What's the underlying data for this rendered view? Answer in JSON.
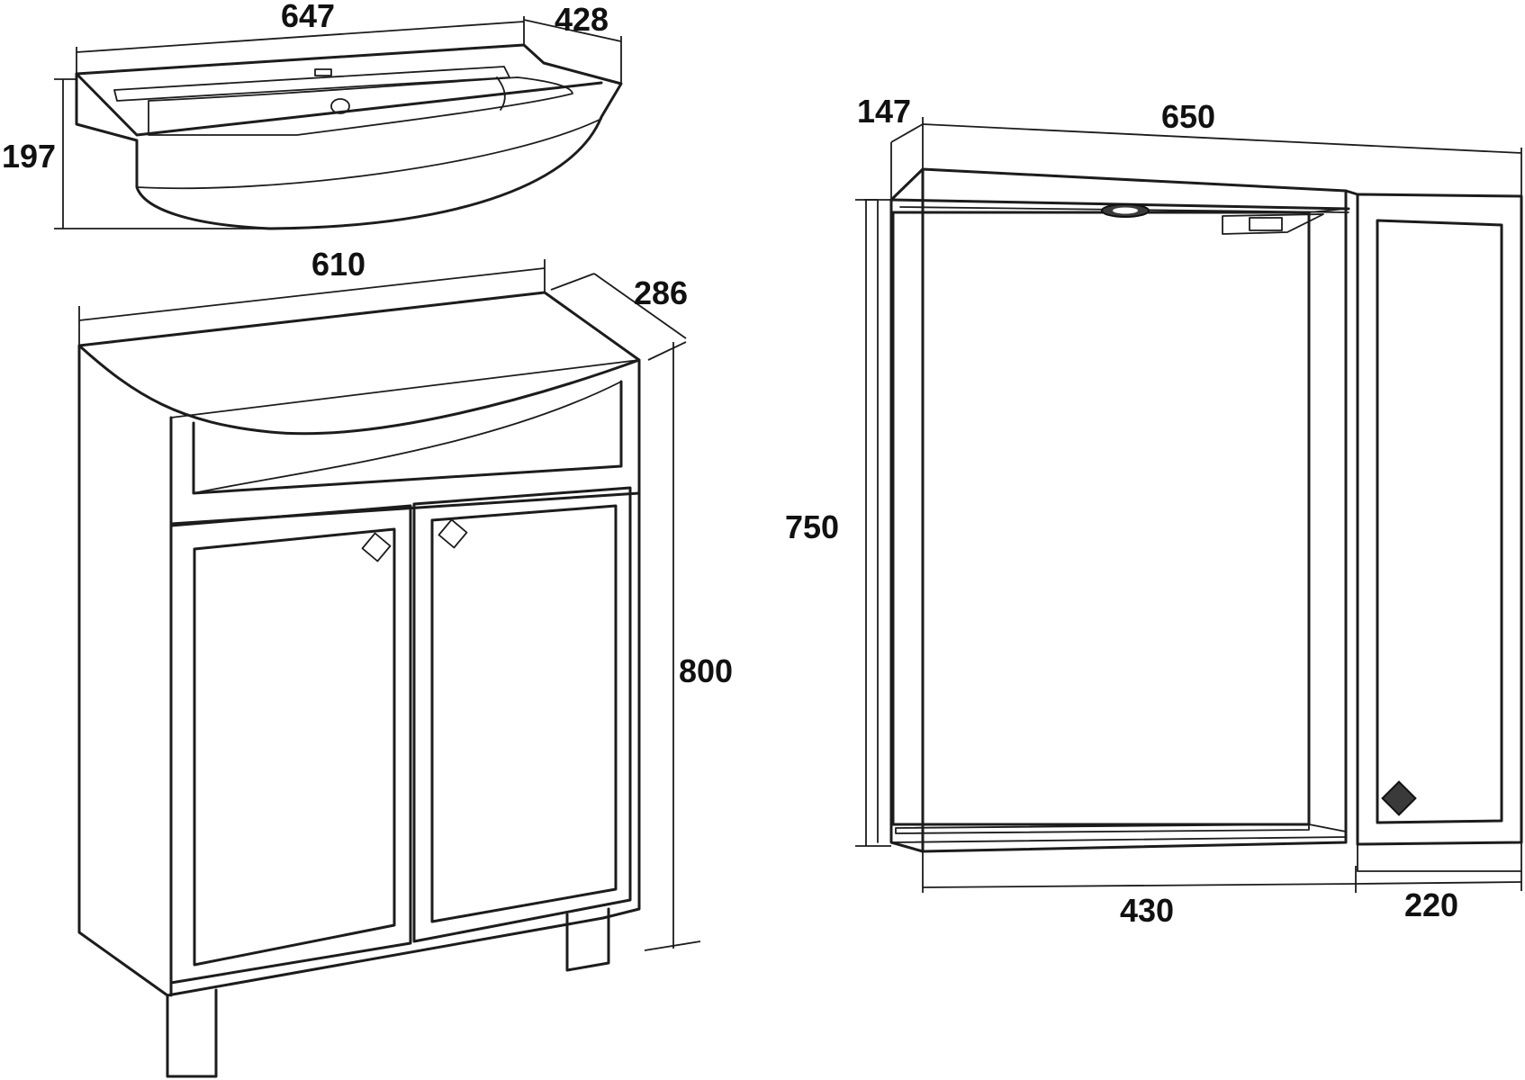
{
  "diagram": {
    "basin": {
      "width_label": "647",
      "depth_label": "428",
      "height_label": "197"
    },
    "vanity": {
      "width_label": "610",
      "depth_label": "286",
      "height_label": "800"
    },
    "mirror_cabinet": {
      "depth_label": "147",
      "width_label": "650",
      "height_label": "750",
      "mirror_width_label": "430",
      "cabinet_width_label": "220"
    }
  }
}
